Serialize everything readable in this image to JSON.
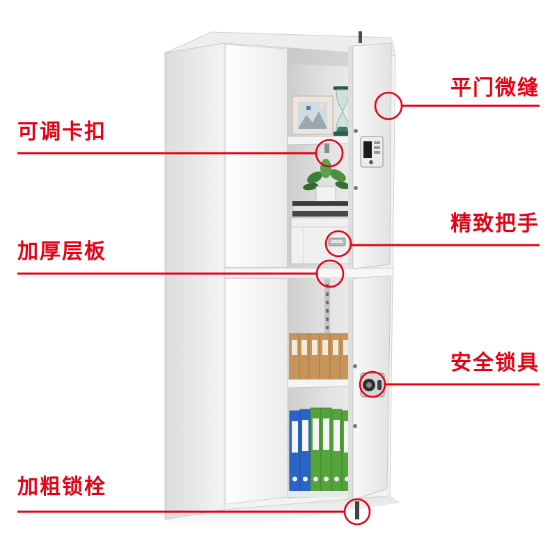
{
  "callouts": {
    "flat_door_gap": "平门微缝",
    "adjustable_clip": "可调卡扣",
    "handle": "精致把手",
    "thick_shelf": "加厚层板",
    "security_lock": "安全锁具",
    "thick_bolt": "加粗锁栓"
  },
  "colors": {
    "accent": "#e60012",
    "binder_blue": "#2b63c9",
    "binder_green": "#55a33c",
    "box_file": "#c7955c"
  }
}
